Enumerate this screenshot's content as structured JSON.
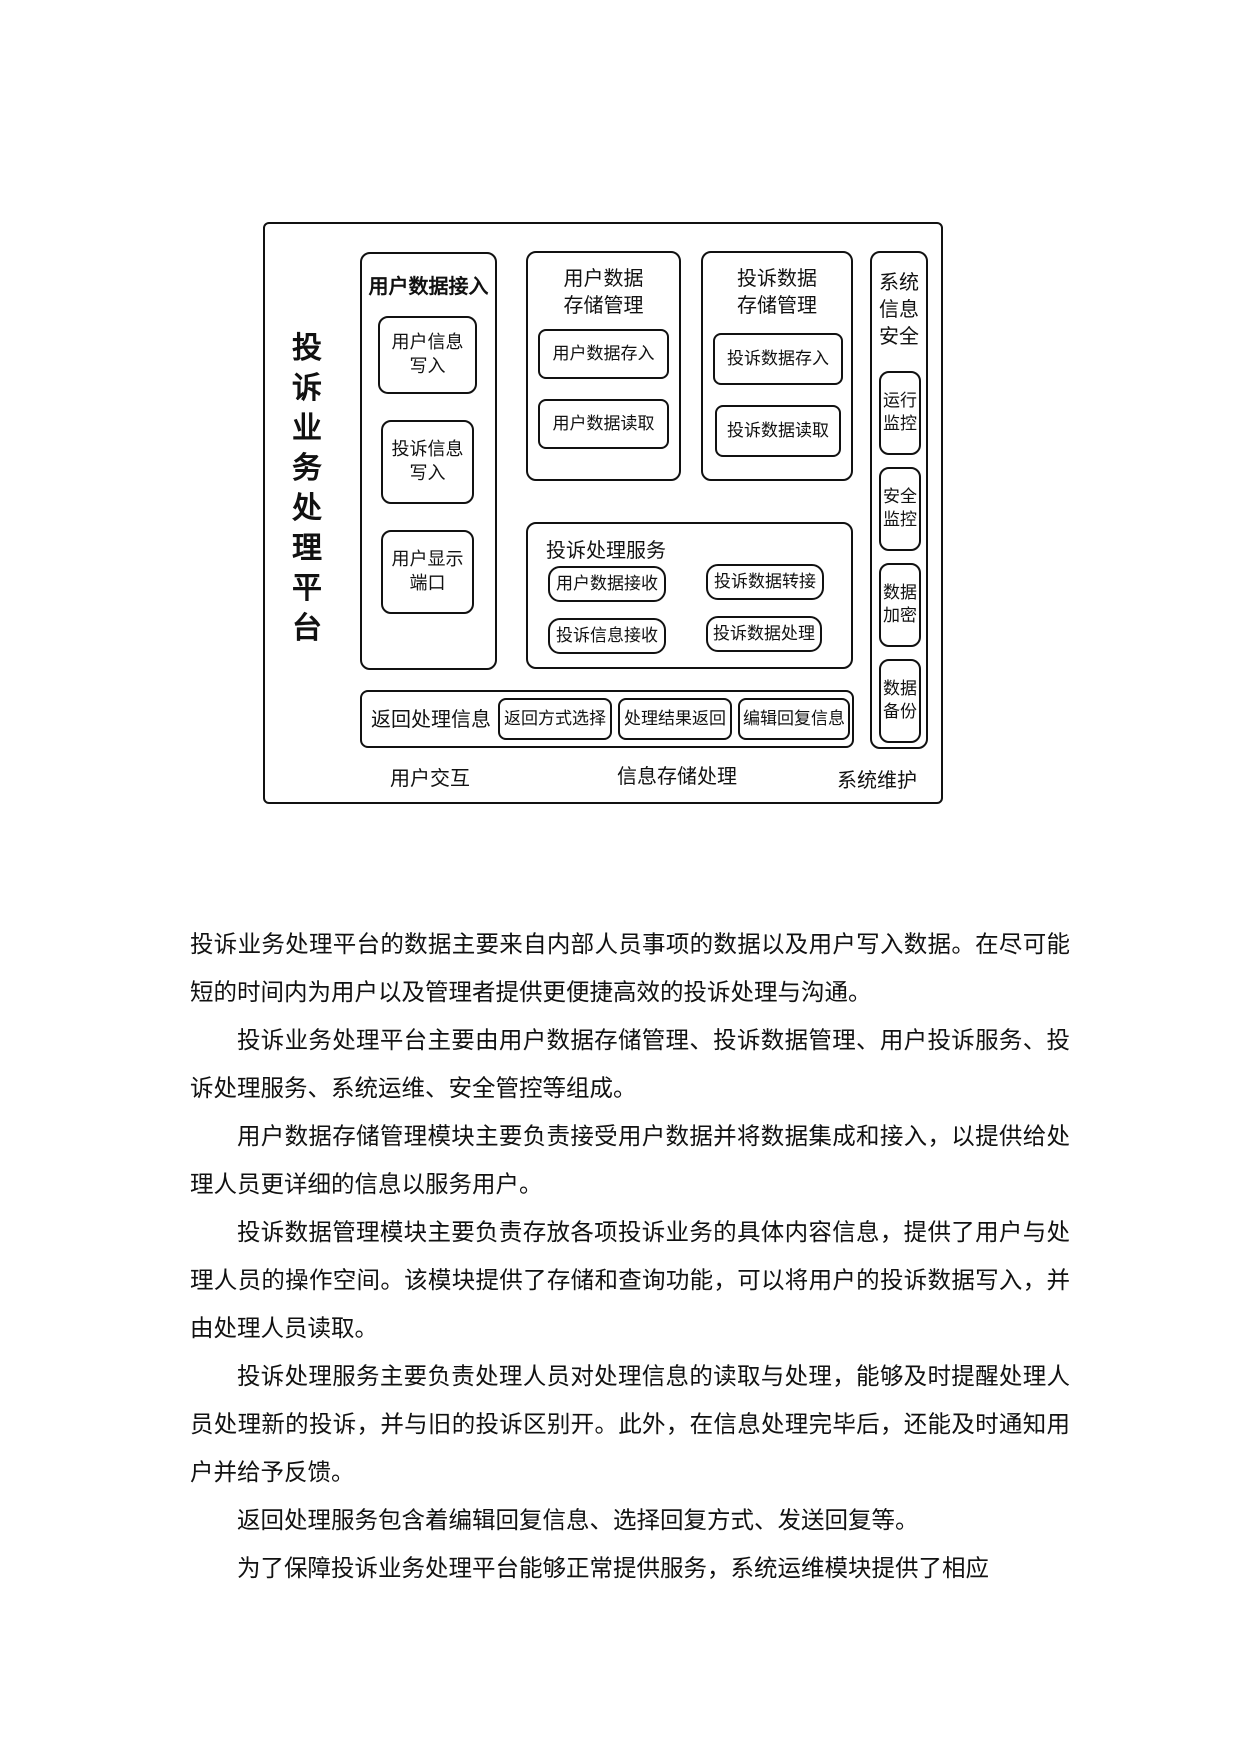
{
  "diagram": {
    "title": "投诉业务处理平台",
    "user_access": {
      "title": "用户数据接入",
      "items": [
        "用户信息\n写入",
        "投诉信息\n写入",
        "用户显示\n端口"
      ]
    },
    "user_storage": {
      "title": "用户数据\n存储管理",
      "items": [
        "用户数据存入",
        "用户数据读取"
      ]
    },
    "complaint_storage": {
      "title": "投诉数据\n存储管理",
      "items": [
        "投诉数据存入",
        "投诉数据读取"
      ]
    },
    "security": {
      "title": "系统\n信息\n安全",
      "items": [
        "运行\n监控",
        "安全\n监控",
        "数据\n加密",
        "数据\n备份"
      ]
    },
    "processing": {
      "title": "投诉处理服务",
      "items": [
        "用户数据接收",
        "投诉数据转接",
        "投诉信息接收",
        "投诉数据处理"
      ]
    },
    "return_info": {
      "title": "返回处理信息",
      "items": [
        "返回方式选择",
        "处理结果返回",
        "编辑回复信息"
      ]
    },
    "footer": {
      "user_interaction": "用户交互",
      "info_storage": "信息存储处理",
      "maintenance": "系统维护"
    }
  },
  "paragraphs": [
    "投诉业务处理平台的数据主要来自内部人员事项的数据以及用户写入数据。在尽可能短的时间内为用户以及管理者提供更便捷高效的投诉处理与沟通。",
    "投诉业务处理平台主要由用户数据存储管理、投诉数据管理、用户投诉服务、投诉处理服务、系统运维、安全管控等组成。",
    "用户数据存储管理模块主要负责接受用户数据并将数据集成和接入，以提供给处理人员更详细的信息以服务用户。",
    "投诉数据管理模块主要负责存放各项投诉业务的具体内容信息，提供了用户与处理人员的操作空间。该模块提供了存储和查询功能，可以将用户的投诉数据写入，并由处理人员读取。",
    "投诉处理服务主要负责处理人员对处理信息的读取与处理，能够及时提醒处理人员处理新的投诉，并与旧的投诉区别开。此外，在信息处理完毕后，还能及时通知用户并给予反馈。",
    "返回处理服务包含着编辑回复信息、选择回复方式、发送回复等。",
    "为了保障投诉业务处理平台能够正常提供服务，系统运维模块提供了相应"
  ]
}
